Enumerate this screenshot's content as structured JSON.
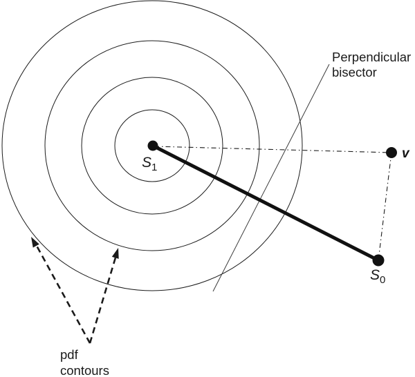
{
  "diagram": {
    "background_color": "#ffffff",
    "line_color": "#1a1a1a",
    "contour_count": 4,
    "annotations": {
      "perpendicular_bisector": {
        "line1": "Perpendicular",
        "line2": "bisector"
      },
      "pdf_contours": {
        "line1": "pdf",
        "line2": "contours"
      }
    },
    "points": {
      "s1": {
        "label_base": "S",
        "label_sub": "1"
      },
      "s0": {
        "label_base": "S",
        "label_sub": "0"
      },
      "v": {
        "label": "v"
      }
    }
  }
}
